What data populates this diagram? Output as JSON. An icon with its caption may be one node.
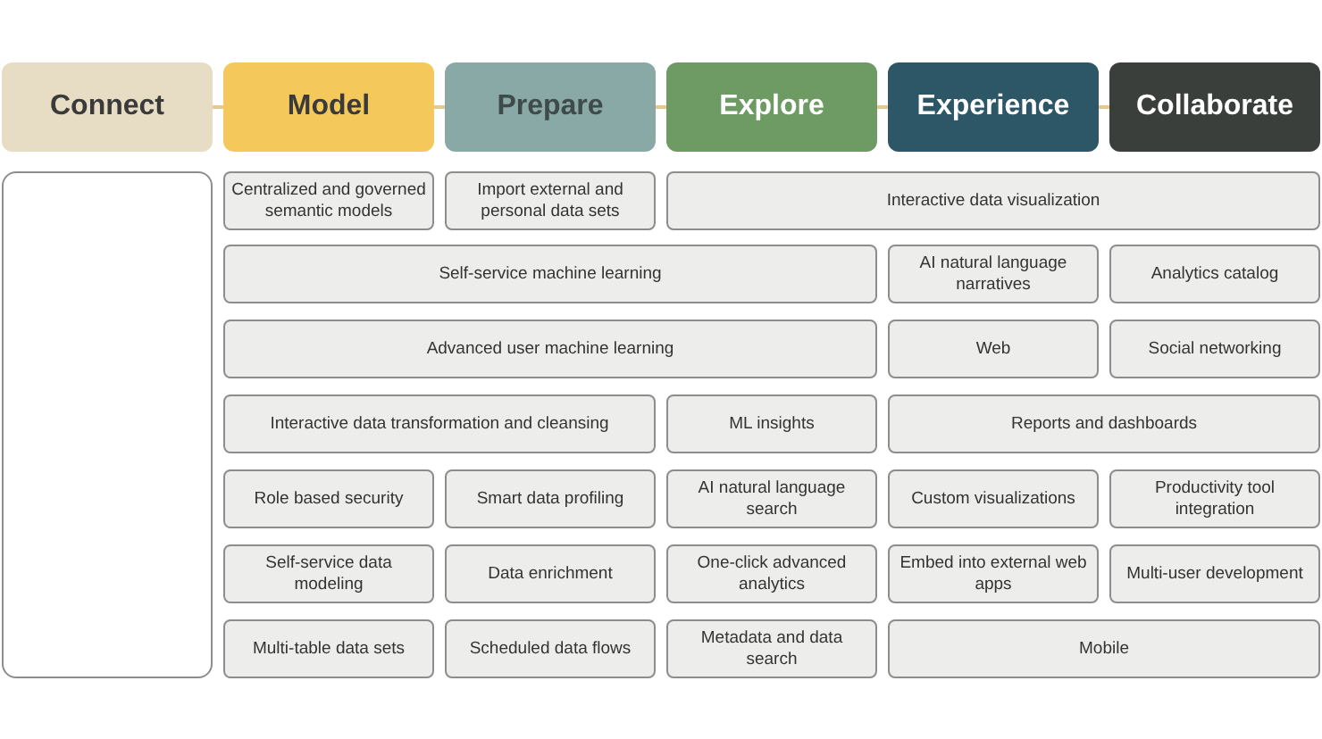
{
  "diagram": {
    "nodes": [
      {
        "text": [
          "Connect"
        ]
      },
      {
        "text": [
          "Model"
        ]
      },
      {
        "text": [
          "Prepare"
        ]
      },
      {
        "text": [
          "Explore"
        ]
      },
      {
        "text": [
          "Experience"
        ]
      },
      {
        "text": [
          "Collaborate"
        ]
      },
      {
        "text": [],
        "shape": "box"
      },
      {
        "text": [
          "Centralized and governed semantic models"
        ]
      },
      {
        "text": [
          "Import external and personal data sets"
        ]
      },
      {
        "text": [
          "Interactive data visualization"
        ]
      },
      {
        "text": [
          "Self-service machine learning"
        ]
      },
      {
        "text": [
          "AI natural language narratives"
        ]
      },
      {
        "text": [
          "Analytics catalog"
        ]
      },
      {
        "text": [
          "Advanced user machine learning"
        ]
      },
      {
        "text": [
          "Web"
        ]
      },
      {
        "text": [
          "Social networking"
        ]
      },
      {
        "text": [
          "Interactive data transformation and cleansing"
        ]
      },
      {
        "text": [
          "ML insights"
        ]
      },
      {
        "text": [
          "Reports and dashboards"
        ]
      },
      {
        "text": [
          "Role based security"
        ]
      },
      {
        "text": [
          "Smart data profiling"
        ]
      },
      {
        "text": [
          "AI natural language search"
        ]
      },
      {
        "text": [
          "Custom visualizations"
        ]
      },
      {
        "text": [
          "Productivity tool integration"
        ]
      },
      {
        "text": [
          "Self-service data modeling"
        ]
      },
      {
        "text": [
          "Data enrichment"
        ]
      },
      {
        "text": [
          "One-click advanced analytics"
        ]
      },
      {
        "text": [
          "Embed into external web apps"
        ]
      },
      {
        "text": [
          "Multi-user development"
        ]
      },
      {
        "text": [
          "Multi-table data sets"
        ]
      },
      {
        "text": [
          "Scheduled data flows"
        ]
      },
      {
        "text": [
          "Metadata and data search"
        ]
      },
      {
        "text": [
          "Mobile"
        ]
      }
    ],
    "edges": [
      {
        "from": 0,
        "to": 1,
        "arrow": "none",
        "color": "#e2c98f"
      },
      {
        "from": 1,
        "to": 2,
        "arrow": "none",
        "color": "#e2c98f"
      },
      {
        "from": 2,
        "to": 3,
        "arrow": "none",
        "color": "#e2c98f"
      },
      {
        "from": 3,
        "to": 4,
        "arrow": "none",
        "color": "#e2c98f"
      },
      {
        "from": 4,
        "to": 5,
        "arrow": "none",
        "color": "#e2c98f"
      }
    ]
  }
}
